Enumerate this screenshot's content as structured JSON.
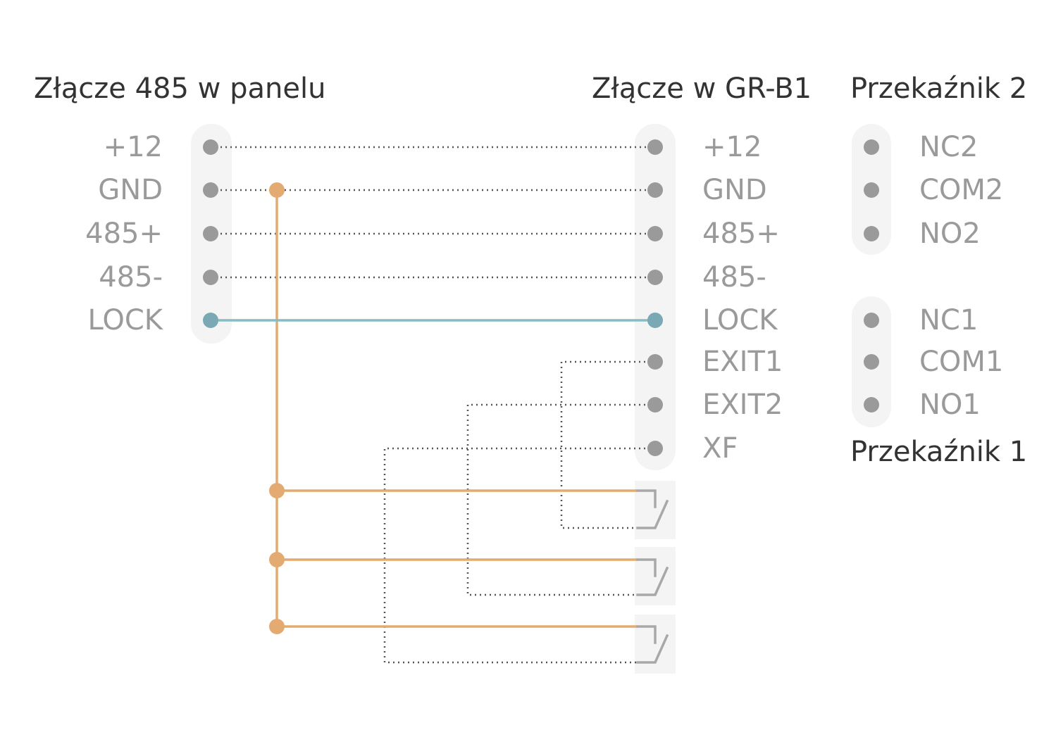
{
  "titles": {
    "panel": "Złącze 485 w panelu",
    "grb1": "Złącze w GR-B1",
    "relay2": "Przekaźnik 2",
    "relay1": "Przekaźnik 1"
  },
  "panel_pins": [
    "+12",
    "GND",
    "485+",
    "485-",
    "LOCK"
  ],
  "grb1_pins": [
    "+12",
    "GND",
    "485+",
    "485-",
    "LOCK",
    "EXIT1",
    "EXIT2",
    "XF"
  ],
  "relay2_pins": [
    "NC2",
    "COM2",
    "NO2"
  ],
  "relay1_pins": [
    "NC1",
    "COM1",
    "NO1"
  ],
  "colors": {
    "pin": "#9a9a9a",
    "block_bg": "#f4f4f4",
    "lock_wire": "#86bcc4",
    "gnd_wire": "#e3ab72",
    "signal_wire": "#555555"
  }
}
